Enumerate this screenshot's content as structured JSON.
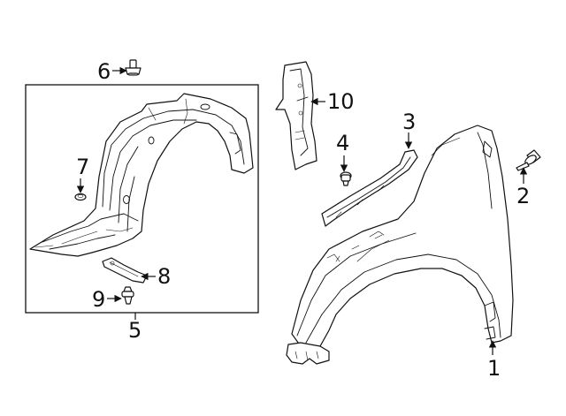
{
  "callouts": {
    "fender": "1",
    "fender_bolt": "2",
    "seal_strip": "3",
    "seal_clip": "4",
    "liner_assembly": "5",
    "liner_bolt": "6",
    "liner_clip": "7",
    "liner_bracket": "8",
    "liner_screw": "9",
    "pillar_bracket": "10"
  },
  "colors": {
    "line": "#111111",
    "background": "#ffffff"
  }
}
